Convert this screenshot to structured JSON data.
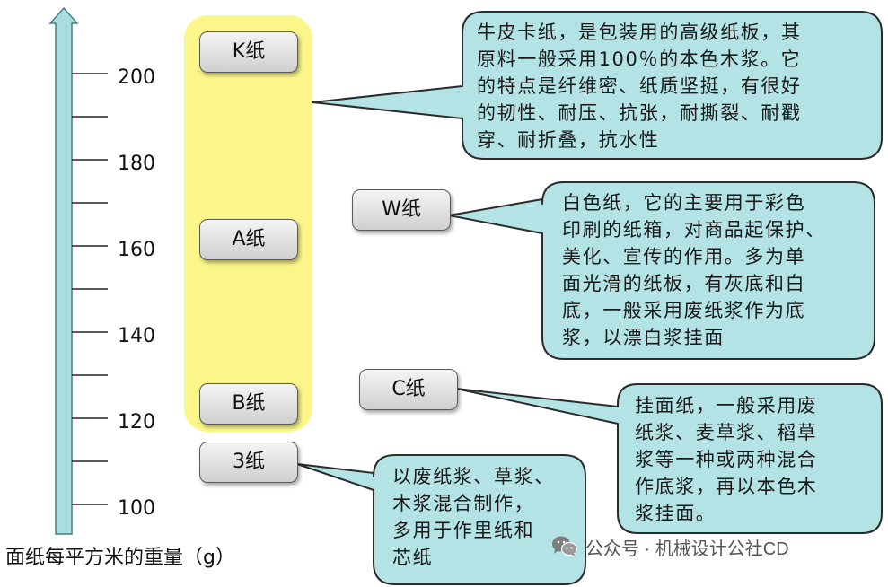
{
  "axis": {
    "ticks": [
      "200",
      "180",
      "160",
      "140",
      "120",
      "100"
    ],
    "caption": "面纸每平方米的重量（g）"
  },
  "grades": {
    "k": "K纸",
    "a": "A纸",
    "b": "B纸",
    "three": "3纸",
    "w": "W纸",
    "c": "C纸"
  },
  "descriptions": {
    "kraft": [
      "牛皮卡纸，是包装用的高级纸板，其",
      "原料一般采用100％的本色木浆。它",
      "的特点是纤维密、纸质坚挺，有很好",
      "的韧性、耐压、抗张，耐撕裂、耐戳",
      "穿、耐折叠，抗水性"
    ],
    "white": [
      "白色纸，它的主要用于彩色",
      "印刷的纸箱，对商品起保护、",
      "美化、宣传的作用。多为单",
      "面光滑的纸板，有灰底和白",
      "底，一般采用废纸浆作为底",
      "浆，以漂白浆挂面"
    ],
    "c_paper": [
      "挂面纸，一般采用废",
      "纸浆、麦草浆、稻草",
      "浆等一种或两种混合",
      "作底浆，再以本色木",
      "浆挂面。"
    ],
    "three_paper": [
      "以废纸浆、草浆、",
      "木浆混合制作，",
      "多用于作里纸和",
      "芯纸"
    ]
  },
  "watermark": {
    "icon": "wechat-icon",
    "text": "公众号 · 机械设计公社CD"
  },
  "colors": {
    "axis_fill": "#a9dede",
    "highlight": "#fbf68a",
    "callout_fill": "#b4e3e6",
    "callout_border": "#2b2b2b"
  }
}
